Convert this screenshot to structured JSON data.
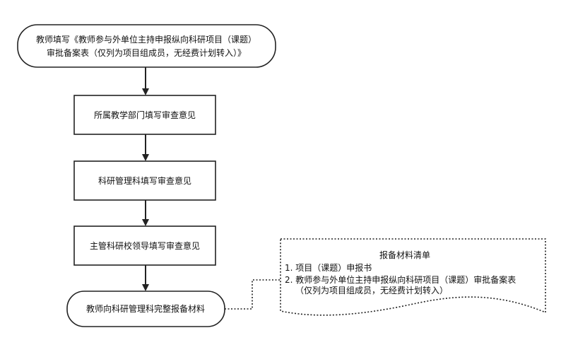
{
  "flow": {
    "start": {
      "line1": "教师填写《教师参与外单位主持申报纵向科研项目（课题）",
      "line2": "审批备案表（仅列为项目组成员，无经费计划转入）》"
    },
    "step1": "所属教学部门填写审查意见",
    "step2": "科研管理科填写审查意见",
    "step3": "主管科研校领导填写审查意见",
    "end": "教师向科研管理科完整报备材料"
  },
  "note": {
    "title": "报备材料清单",
    "item1": "1. 项目（课题）申报书",
    "item2": "2. 教师参与外单位主持申报纵向科研项目（课题）审批备案表",
    "item2_cont": "（仅列为项目组成员，无经费计划转入）"
  }
}
